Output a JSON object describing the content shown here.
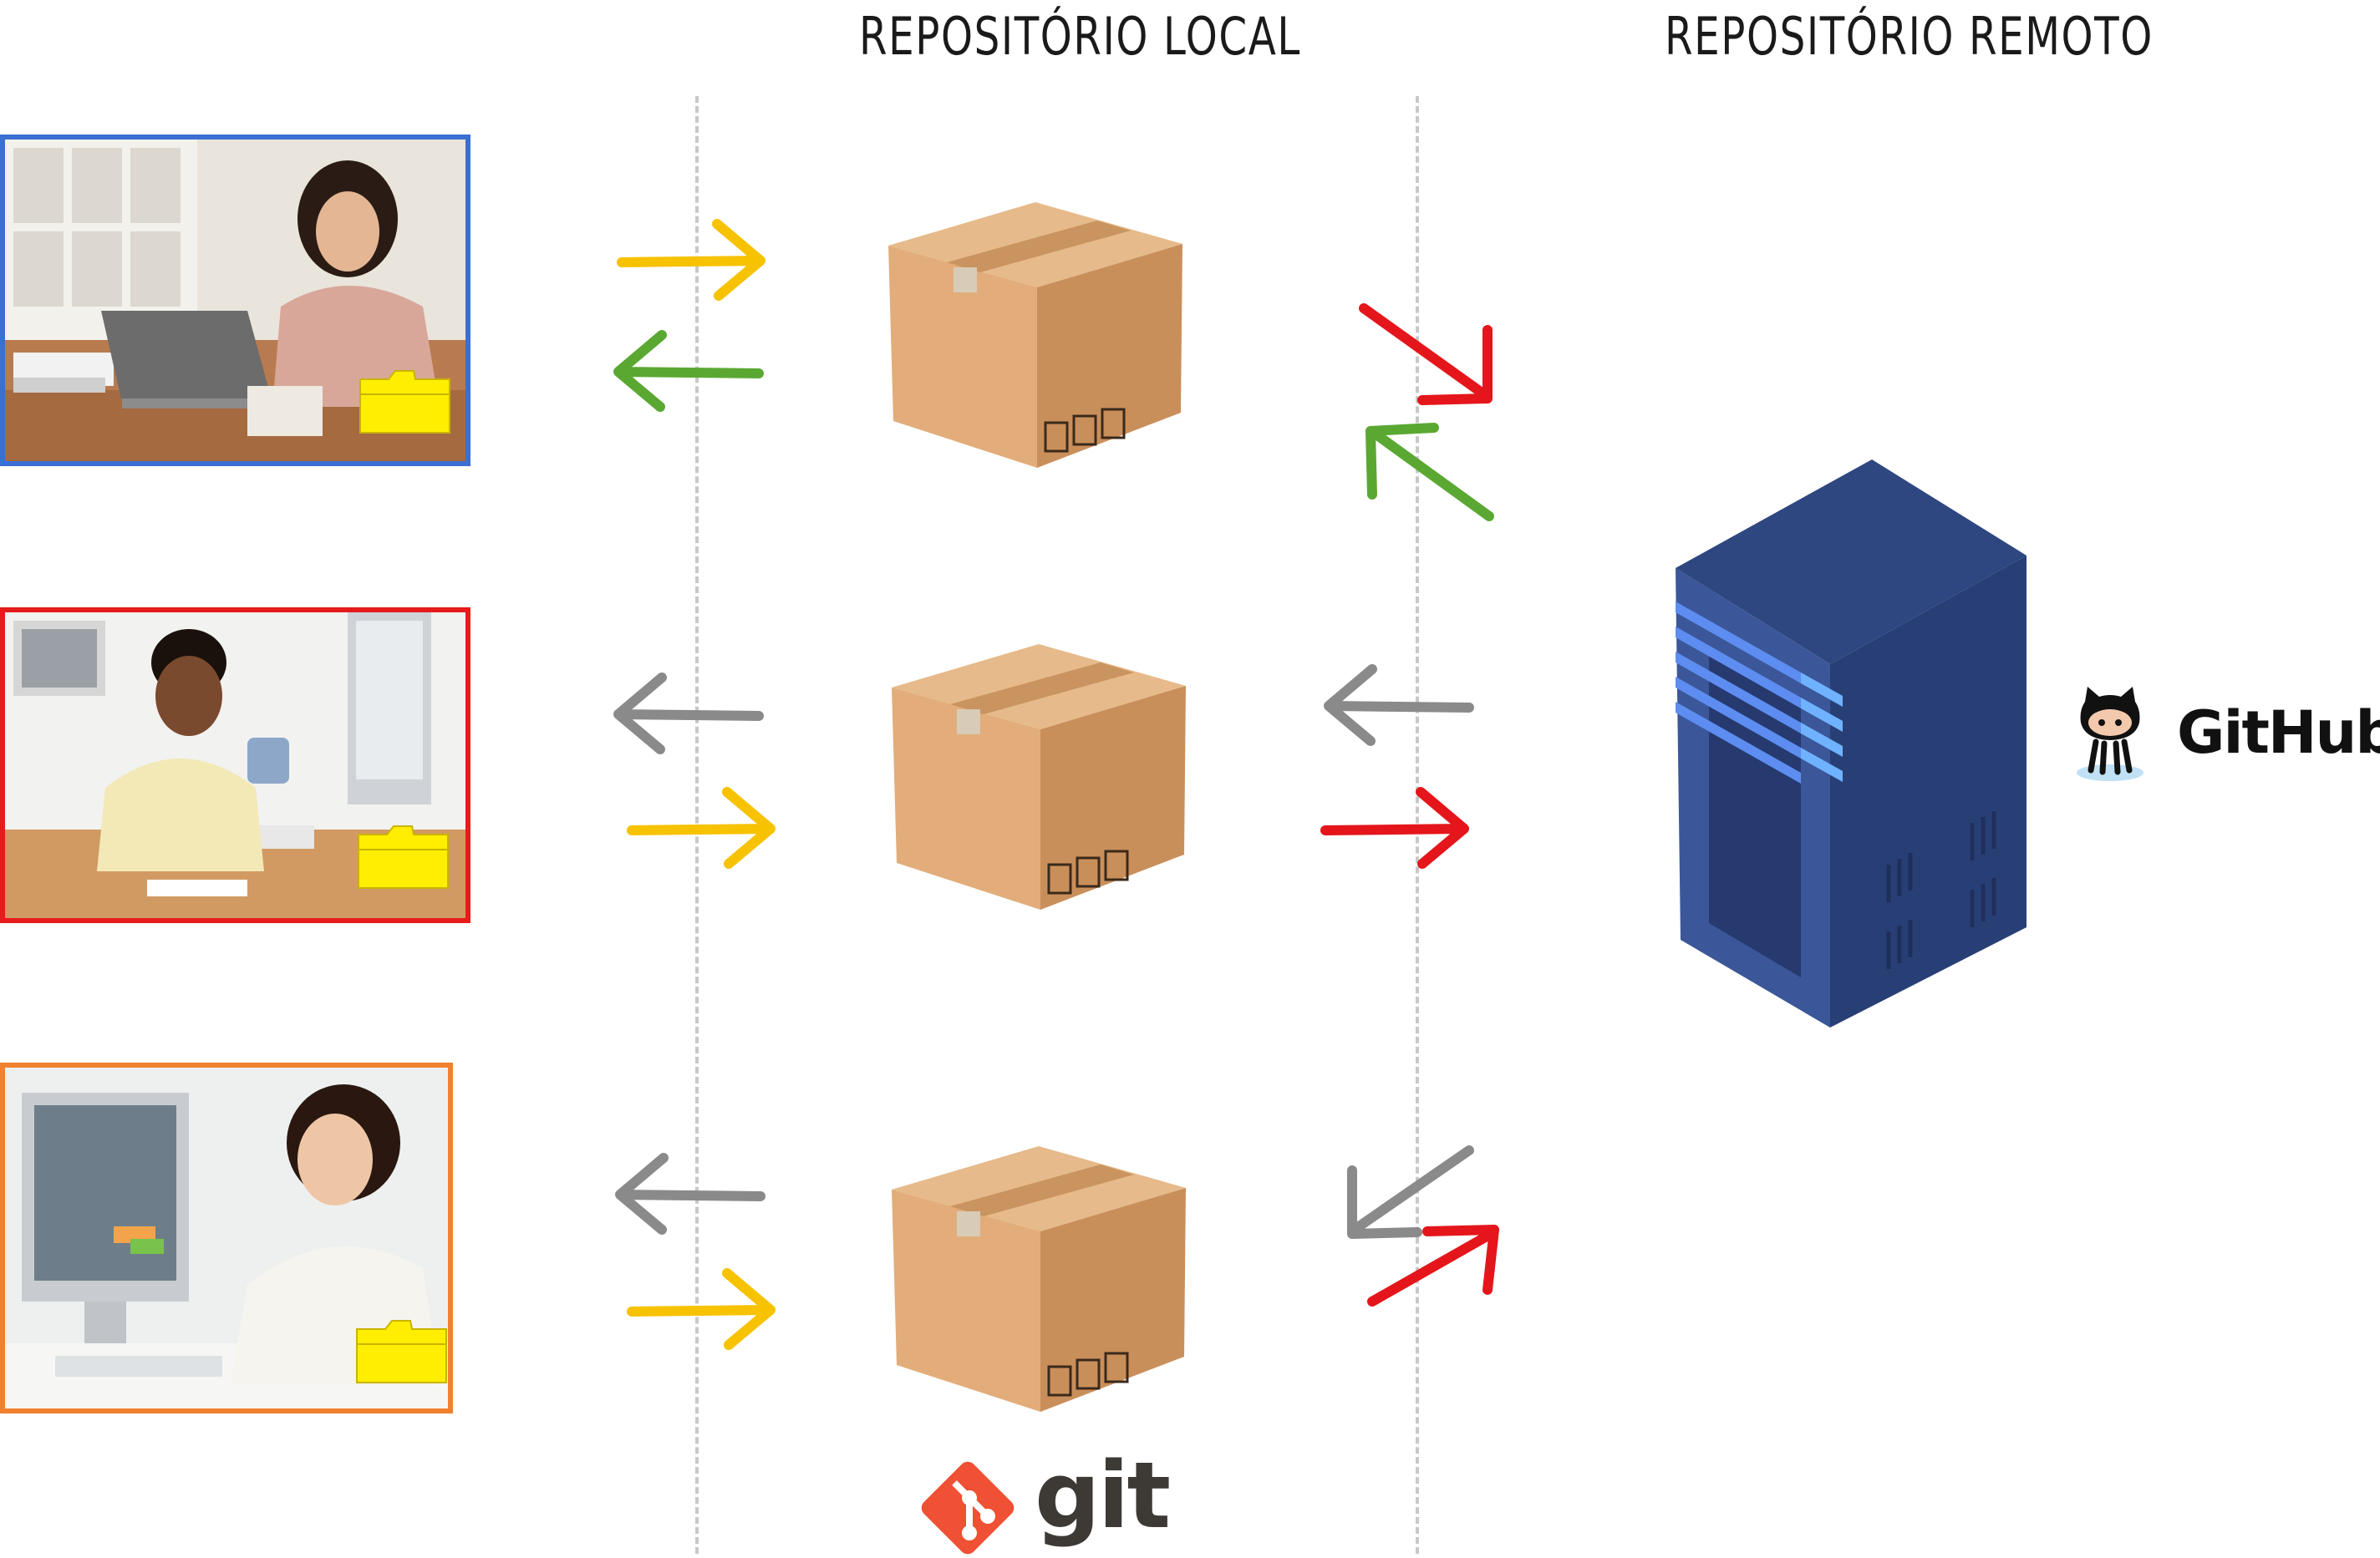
{
  "headings": {
    "local": "REPOSITÓRIO LOCAL",
    "remote": "REPOSITÓRIO REMOTO"
  },
  "logos": {
    "git": "git",
    "github": "GitHub"
  },
  "colors": {
    "user1_frame": "#3b6fd1",
    "user2_frame": "#e61b1b",
    "user3_frame": "#f0812f",
    "arrow_yellow": "#f7c200",
    "arrow_green": "#5aa832",
    "arrow_red": "#e4161b",
    "arrow_gray": "#8a8a8a",
    "folder": "#ffee00",
    "server": "#2f4780",
    "server_light": "#63a6ff",
    "git_brand": "#f05033",
    "box": "#d9a778"
  },
  "icons": [
    "box-icon",
    "server-icon",
    "folder-icon",
    "octocat-icon",
    "git-icon"
  ]
}
